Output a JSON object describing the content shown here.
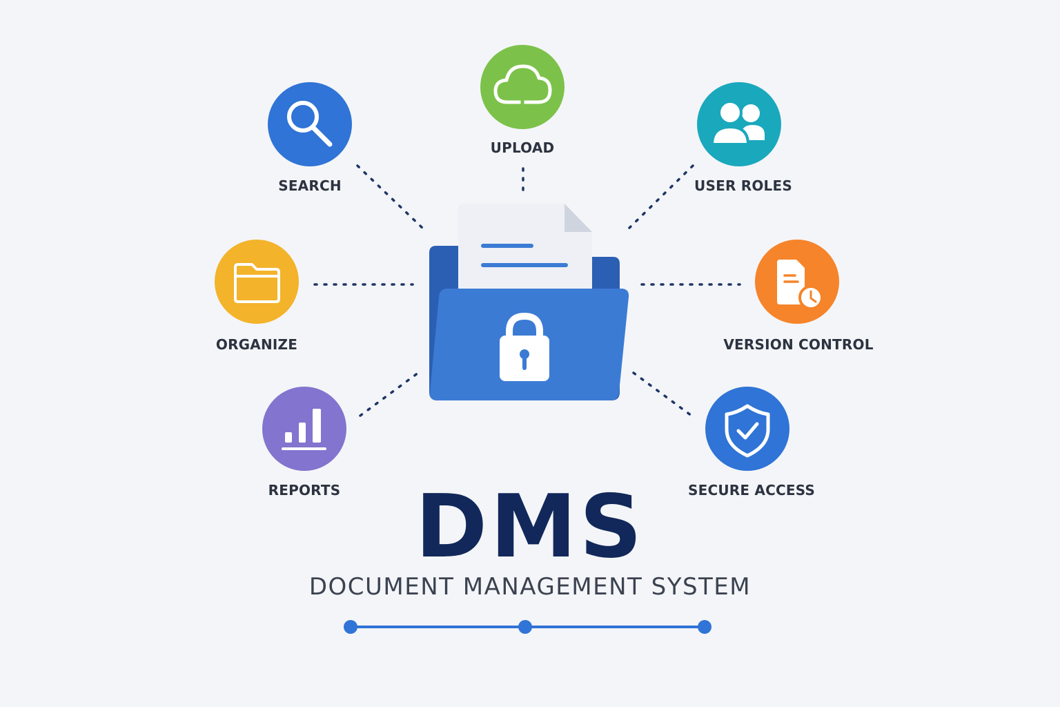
{
  "diagram": {
    "title": "DMS",
    "subtitle": "DOCUMENT MANAGEMENT SYSTEM",
    "features": [
      {
        "id": "search",
        "label": "SEARCH",
        "icon": "search-icon",
        "color": "#2f74d6"
      },
      {
        "id": "upload",
        "label": "UPLOAD",
        "icon": "cloud-upload-icon",
        "color": "#7cc24a"
      },
      {
        "id": "user-roles",
        "label": "USER ROLES",
        "icon": "users-icon",
        "color": "#1aa8bd"
      },
      {
        "id": "organize",
        "label": "ORGANIZE",
        "icon": "folder-icon",
        "color": "#f3b32a"
      },
      {
        "id": "version-control",
        "label": "VERSION CONTROL",
        "icon": "document-clock-icon",
        "color": "#f5842a"
      },
      {
        "id": "reports",
        "label": "REPORTS",
        "icon": "bar-chart-icon",
        "color": "#8274cf"
      },
      {
        "id": "secure-access",
        "label": "SECURE ACCESS",
        "icon": "shield-check-icon",
        "color": "#2f74d6"
      }
    ],
    "center_icon": "locked-folder-icon",
    "colors": {
      "title": "#12285a",
      "subtitle": "#3b4250",
      "connector": "#1e3566",
      "folder": "#3b7bd4",
      "folder_back": "#2b5fb3",
      "accent_line": "#2f74d6",
      "background": "#f4f5f8"
    }
  }
}
